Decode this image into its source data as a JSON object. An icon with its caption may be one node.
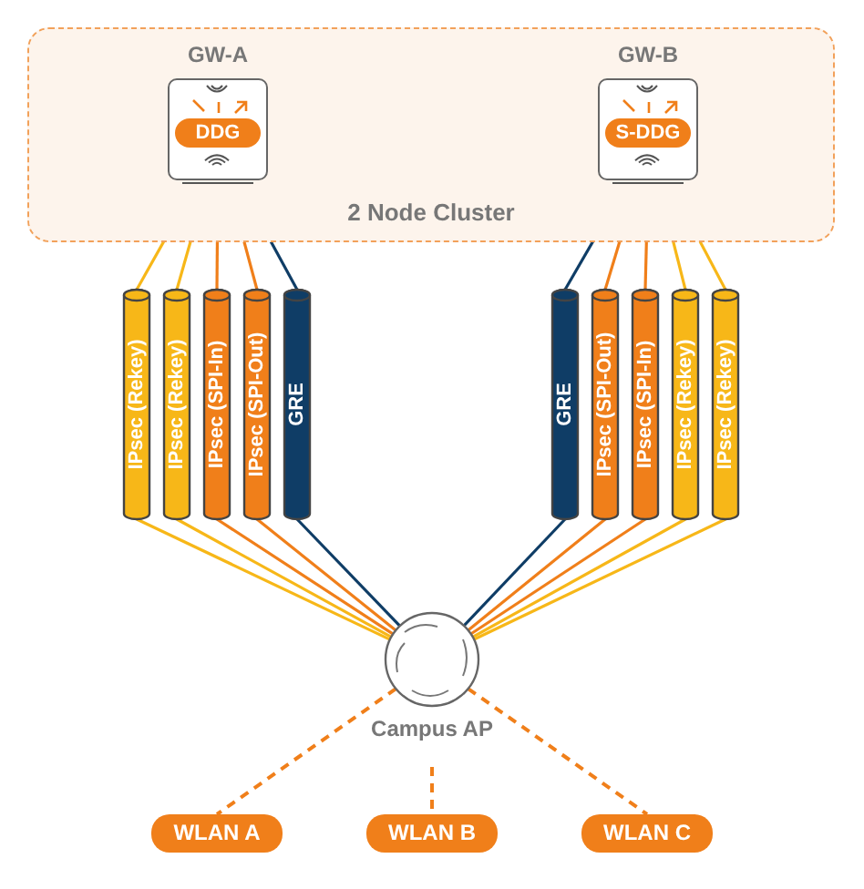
{
  "diagram": {
    "nodes": [
      {
        "text": [
          "2 Node Cluster"
        ]
      },
      {
        "text": [
          "GW-A",
          "DDG"
        ],
        "in": 0
      },
      {
        "text": [
          "GW-B",
          "S-DDG"
        ],
        "in": 0
      },
      {
        "text": [
          "IPsec (Rekey)"
        ]
      },
      {
        "text": [
          "IPsec (Rekey)"
        ]
      },
      {
        "text": [
          "IPsec (SPI-In)"
        ]
      },
      {
        "text": [
          "IPsec (SPI-Out)"
        ]
      },
      {
        "text": [
          "GRE"
        ]
      },
      {
        "text": [
          "GRE"
        ]
      },
      {
        "text": [
          "IPsec (SPI-Out)"
        ]
      },
      {
        "text": [
          "IPsec (SPI-In)"
        ]
      },
      {
        "text": [
          "IPsec (Rekey)"
        ]
      },
      {
        "text": [
          "IPsec (Rekey)"
        ]
      },
      {
        "text": [
          "Campus AP"
        ]
      },
      {
        "text": [
          "WLAN A"
        ]
      },
      {
        "text": [
          "WLAN B"
        ]
      },
      {
        "text": [
          "WLAN C"
        ]
      }
    ],
    "edges": [
      {
        "from": 1,
        "to": 3,
        "arrow": "none",
        "color": "#f7b718"
      },
      {
        "from": 1,
        "to": 4,
        "arrow": "none",
        "color": "#f7b718"
      },
      {
        "from": 1,
        "to": 5,
        "arrow": "none"
      },
      {
        "from": 1,
        "to": 6,
        "arrow": "none"
      },
      {
        "from": 1,
        "to": 7,
        "arrow": "none",
        "color": "#0f3d66"
      },
      {
        "from": 2,
        "to": 8,
        "arrow": "none",
        "color": "#0f3d66"
      },
      {
        "from": 2,
        "to": 9,
        "arrow": "none"
      },
      {
        "from": 2,
        "to": 10,
        "arrow": "none"
      },
      {
        "from": 2,
        "to": 11,
        "arrow": "none",
        "color": "#f7b718"
      },
      {
        "from": 2,
        "to": 12,
        "arrow": "none",
        "color": "#f7b718"
      },
      {
        "from": 3,
        "to": 13,
        "arrow": "none",
        "color": "#f7b718"
      },
      {
        "from": 4,
        "to": 13,
        "arrow": "none",
        "color": "#f7b718"
      },
      {
        "from": 5,
        "to": 13,
        "arrow": "none"
      },
      {
        "from": 6,
        "to": 13,
        "arrow": "none"
      },
      {
        "from": 7,
        "to": 13,
        "arrow": "none",
        "color": "#0f3d66"
      },
      {
        "from": 8,
        "to": 13,
        "arrow": "none",
        "color": "#0f3d66"
      },
      {
        "from": 9,
        "to": 13,
        "arrow": "none"
      },
      {
        "from": 10,
        "to": 13,
        "arrow": "none"
      },
      {
        "from": 11,
        "to": 13,
        "arrow": "none",
        "color": "#f7b718"
      },
      {
        "from": 12,
        "to": 13,
        "arrow": "none",
        "color": "#f7b718"
      },
      {
        "from": 13,
        "to": 14,
        "arrow": "none",
        "style": "dashed"
      },
      {
        "from": 13,
        "to": 15,
        "arrow": "none",
        "style": "dashed"
      },
      {
        "from": 13,
        "to": 16,
        "arrow": "none",
        "style": "dashed"
      }
    ]
  }
}
